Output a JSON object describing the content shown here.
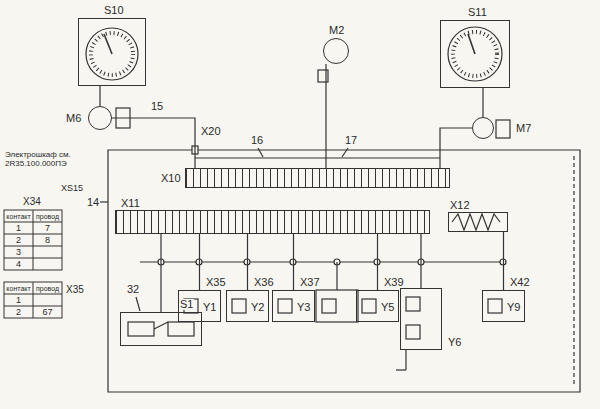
{
  "diagram": {
    "nodes": [
      {
        "text": [
          "S10"
        ]
      },
      {
        "text": [
          "M6"
        ]
      },
      {
        "text": [
          "M2"
        ]
      },
      {
        "text": [
          "S11"
        ]
      },
      {
        "text": [
          "M7"
        ]
      },
      {
        "text": [
          "X10"
        ]
      },
      {
        "text": [
          "X11"
        ]
      },
      {
        "text": [
          "X12"
        ]
      },
      {
        "text": [
          "S1"
        ]
      },
      {
        "text": [
          "X35",
          "Y1"
        ]
      },
      {
        "text": [
          "X36",
          "Y2"
        ]
      },
      {
        "text": [
          "X37",
          "Y3"
        ]
      },
      {
        "text": [
          "X39",
          "Y5"
        ]
      },
      {
        "text": [
          "Y6"
        ]
      },
      {
        "text": [
          "X42",
          "Y9"
        ]
      }
    ],
    "edges": [
      {
        "from": 0,
        "to": 1,
        "arrow": "none"
      },
      {
        "from": 1,
        "to": 5,
        "arrow": "none"
      },
      {
        "from": 2,
        "to": 5,
        "arrow": "none"
      },
      {
        "from": 3,
        "to": 4,
        "arrow": "none"
      },
      {
        "from": 4,
        "to": 5,
        "arrow": "none"
      },
      {
        "from": 6,
        "to": 8,
        "arrow": "none"
      },
      {
        "from": 6,
        "to": 9,
        "arrow": "none"
      },
      {
        "from": 6,
        "to": 10,
        "arrow": "none"
      },
      {
        "from": 6,
        "to": 11,
        "arrow": "none"
      },
      {
        "from": 6,
        "to": 12,
        "arrow": "none"
      },
      {
        "from": 6,
        "to": 13,
        "arrow": "none"
      },
      {
        "from": 7,
        "to": 14,
        "arrow": "none"
      }
    ],
    "labels": [
      "15",
      "X20",
      "16",
      "17",
      "Электрошкаф см. 2R35.100.000ПЭ",
      "XS15",
      "14",
      "X34",
      "контакт",
      "провод",
      "1",
      "7",
      "2",
      "8",
      "3",
      "4",
      "контакт",
      "провод",
      "1",
      "2",
      "67",
      "X35",
      "32"
    ]
  }
}
